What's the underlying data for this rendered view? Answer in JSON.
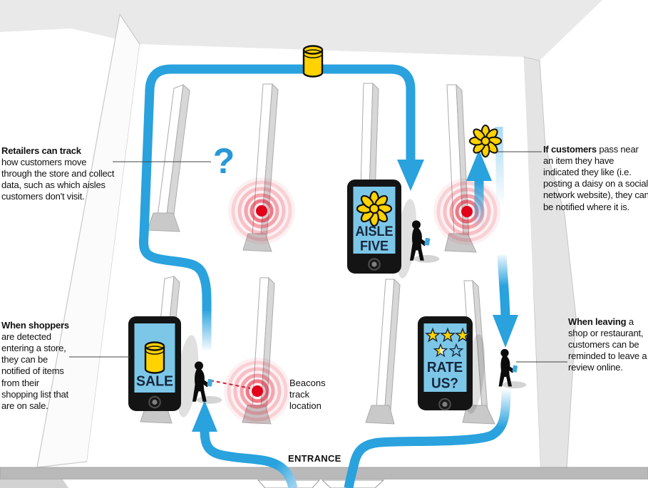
{
  "diagram": {
    "annotations": {
      "retailers": {
        "lead": "Retailers can track",
        "body": "how customers move through the store and collect data, such as which aisles customers don't visit."
      },
      "shoppers": {
        "lead": "When shoppers",
        "body": "are detected entering a store, they can be notified of items from their shopping list that are on sale."
      },
      "customers": {
        "lead": "If customers",
        "body": "pass near an item they have indicated they like (i.e. posting a daisy on a social network website), they can be notified where it is."
      },
      "leaving": {
        "lead": "When leaving",
        "body": "a shop or restaurant, customers can be reminded to leave a review online."
      }
    },
    "labels": {
      "beacon_caption": "Beacons track location",
      "entrance": "ENTRANCE",
      "question_mark": "?"
    },
    "phones": {
      "sale": {
        "label": "SALE",
        "icon": "beacon-cylinder-icon"
      },
      "aisle_five": {
        "line1": "AISLE",
        "line2": "FIVE",
        "icon": "daisy-icon"
      },
      "rate_us": {
        "line1": "RATE",
        "line2": "US?",
        "icon": "star-rating-icon",
        "stars": {
          "filled": 3,
          "half": 1,
          "empty": 1
        }
      }
    },
    "icons": {
      "store_beacon": "cylinder-icon",
      "liked_item": "daisy-icon",
      "tracking_unknown": "question-mark",
      "beacon_signal": "beacon-ripple-icon"
    },
    "colors": {
      "path_blue": "#29A2DE",
      "light_blue": "#A7D9F2",
      "beacon_red": "#E2001A",
      "accent_yellow": "#FFD200",
      "screen_blue": "#7CC7E8",
      "wall_gray": "#E4E4E4",
      "text_dark": "#111111",
      "phone_text": "#17263B"
    }
  }
}
